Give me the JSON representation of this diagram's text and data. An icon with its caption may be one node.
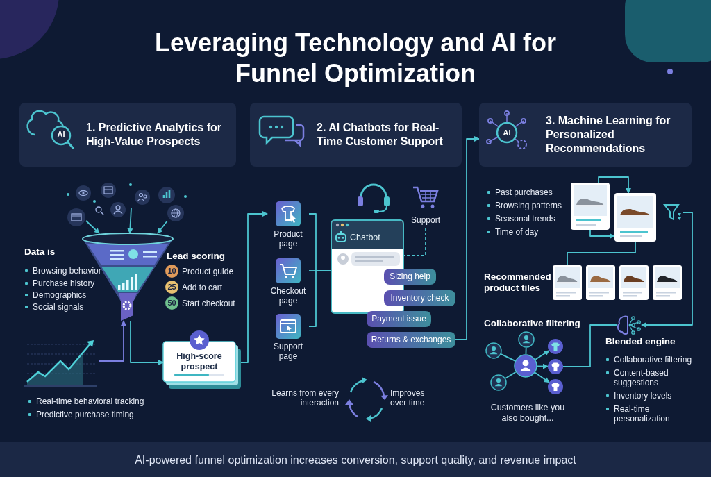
{
  "diagram": {
    "title": "Leveraging Technology and AI for Funnel Optimization",
    "caption": "AI-powered funnel optimization increases conversion, support quality, and revenue impact",
    "nodes": [
      {
        "text": [
          "1. Predictive Analytics for High-Value Prospects"
        ]
      },
      {
        "text": [
          "2. AI Chatbots for Real-Time Customer Support"
        ]
      },
      {
        "text": [
          "3. Machine Learning for Personalized Recommendations"
        ]
      },
      {
        "text": [],
        "shape": "funnel"
      },
      {
        "text": [],
        "shape": "picture"
      },
      {
        "text": [
          "High-score prospect"
        ]
      },
      {
        "text": [
          "Product page"
        ]
      },
      {
        "text": [
          "Checkout page"
        ]
      },
      {
        "text": [
          "Support page"
        ]
      },
      {
        "text": [
          "Chatbot"
        ]
      },
      {
        "text": [
          "Sizing help"
        ]
      },
      {
        "text": [
          "Inventory check"
        ]
      },
      {
        "text": [
          "Payment issue"
        ]
      },
      {
        "text": [
          "Returns & exchanges"
        ]
      },
      {
        "text": [
          "Support"
        ]
      },
      {
        "text": [],
        "shape": "picture"
      },
      {
        "text": [],
        "shape": "picture"
      },
      {
        "text": [],
        "shape": "picture",
        "beside": [
          "Recommended product tiles"
        ]
      },
      {
        "text": [],
        "shape": "picture"
      },
      {
        "text": [],
        "shape": "picture"
      },
      {
        "text": [],
        "shape": "picture"
      },
      {
        "text": [],
        "shape": "picture"
      },
      {
        "text": [],
        "shape": "picture",
        "beside": [
          "Blended engine"
        ]
      },
      {
        "text": [],
        "shape": "circle"
      },
      {
        "text": [],
        "shape": "circle"
      },
      {
        "text": [],
        "shape": "circle"
      },
      {
        "text": [],
        "shape": "circle"
      },
      {
        "text": [],
        "shape": "circle"
      },
      {
        "text": [],
        "shape": "circle"
      },
      {
        "text": [],
        "shape": "circle"
      }
    ],
    "edges": [
      {
        "from": null,
        "to": 3,
        "arrow": "to"
      },
      {
        "from": null,
        "to": 3,
        "arrow": "to"
      },
      {
        "from": null,
        "to": 3,
        "arrow": "to"
      },
      {
        "from": 4,
        "to": 3,
        "arrow": "to",
        "color": "#7b7fe0"
      },
      {
        "from": 3,
        "to": 5,
        "arrow": "to"
      },
      {
        "from": 5,
        "to": 6,
        "arrow": "to"
      },
      {
        "from": 6,
        "to": 9,
        "arrow": "none"
      },
      {
        "from": 7,
        "to": 9,
        "arrow": "none"
      },
      {
        "from": 8,
        "to": 9,
        "arrow": "none"
      },
      {
        "from": 14,
        "to": 9,
        "arrow": "none",
        "style": "dashed"
      },
      {
        "from": 13,
        "to": 2,
        "arrow": "to"
      },
      {
        "from": 15,
        "to": 16,
        "arrow": "to"
      },
      {
        "from": 15,
        "to": 16,
        "arrow": "to"
      },
      {
        "from": 16,
        "to": 17,
        "arrow": "none"
      },
      {
        "from": 21,
        "to": 22,
        "arrow": "to"
      },
      {
        "from": 28,
        "to": 22,
        "arrow": "none"
      },
      {
        "from": 24,
        "to": 23,
        "arrow": "none"
      },
      {
        "from": 25,
        "to": 23,
        "arrow": "none"
      },
      {
        "from": 26,
        "to": 23,
        "arrow": "none"
      },
      {
        "from": 23,
        "to": 27,
        "arrow": "to"
      },
      {
        "from": 23,
        "to": 28,
        "arrow": "to"
      },
      {
        "from": 23,
        "to": 29,
        "arrow": "to"
      }
    ],
    "labels": [
      "Data is",
      "Browsing behavior",
      "Purchase history",
      "Demographics",
      "Social signals",
      "Lead scoring",
      "10",
      "Product guide",
      "25",
      "Add to cart",
      "50",
      "Start checkout",
      "Real-time behavioral tracking",
      "Predictive purchase timing",
      "Learns from every interaction",
      "Improves over time",
      "Past purchases",
      "Browsing patterns",
      "Seasonal trends",
      "Time of day",
      "Collaborative filtering",
      "Customers like you also bought...",
      "Collaborative filtering",
      "Content-based suggestions",
      "Inventory levels",
      "Real-time personalization",
      "AI",
      "AI"
    ]
  }
}
